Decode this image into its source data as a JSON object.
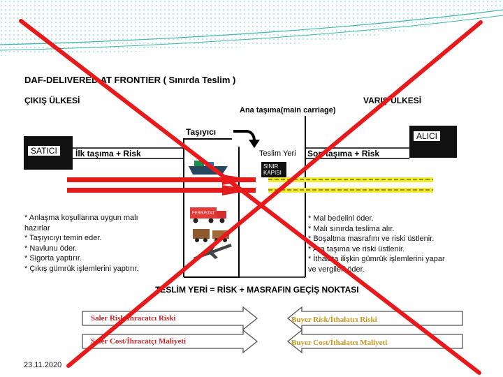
{
  "title": "DAF-DELIVERED AT FRONTIER ( Sınırda Teslim )",
  "exit_country": "ÇIKIŞ ÜLKESİ",
  "entry_country": "VARIŞ ÜLKESİ",
  "main_carriage": "Ana taşıma(main carriage)",
  "carrier": "Taşıyıcı",
  "seller": "SATICI",
  "buyer": "ALICI",
  "first_carriage": "İlk taşıma + Risk",
  "delivery_place": "Teslim Yeri",
  "last_carriage": "Son taşıma + Risk",
  "border_line1": "SINIR",
  "border_line2": "KAPISI",
  "seller_duties": [
    "* Anlaşma koşullarına uygun malı",
    "hazırlar",
    "* Taşıyıcıyı temin eder.",
    "* Navlunu öder.",
    "* Sigorta yaptırır.",
    "*  Çıkış gümrük işlemlerini yaptırır."
  ],
  "buyer_duties": [
    "* Mal bedelini öder.",
    "* Malı sınırda teslima alır.",
    "* Boşaltma masrafını ve riski üstlenir.",
    "* Ara taşıma ve riski üstlenir.",
    "* İthalata ilişkin gümrük işlemlerini yapar",
    "ve vergileri öder."
  ],
  "transfer_point": "TESLİM YERİ = RİSK + MASRAFIN GEÇİŞ NOKTASI",
  "seller_risk": "Saler Risk/İhracatcı Riski",
  "buyer_risk": "Buyer Risk/İthalatcı Riski",
  "seller_cost": "Saler Cost/İhracatçı Maliyeti",
  "buyer_cost": "Buyer Cost/İthalatcı Maliyeti",
  "truck_label": "FERRISTAT",
  "date": "23.11.2020",
  "colors": {
    "cross": "#e8191b",
    "arrow_red": "#e31b1b",
    "arrow_yellow": "#f3ea2b",
    "teal": "#3fb5ac",
    "risk_text": "#c62828",
    "buyer_text": "#c8961e"
  },
  "icons": [
    "ship-icon",
    "truck-icon",
    "train-icon",
    "airplane-icon",
    "curved-arrow-icon"
  ]
}
